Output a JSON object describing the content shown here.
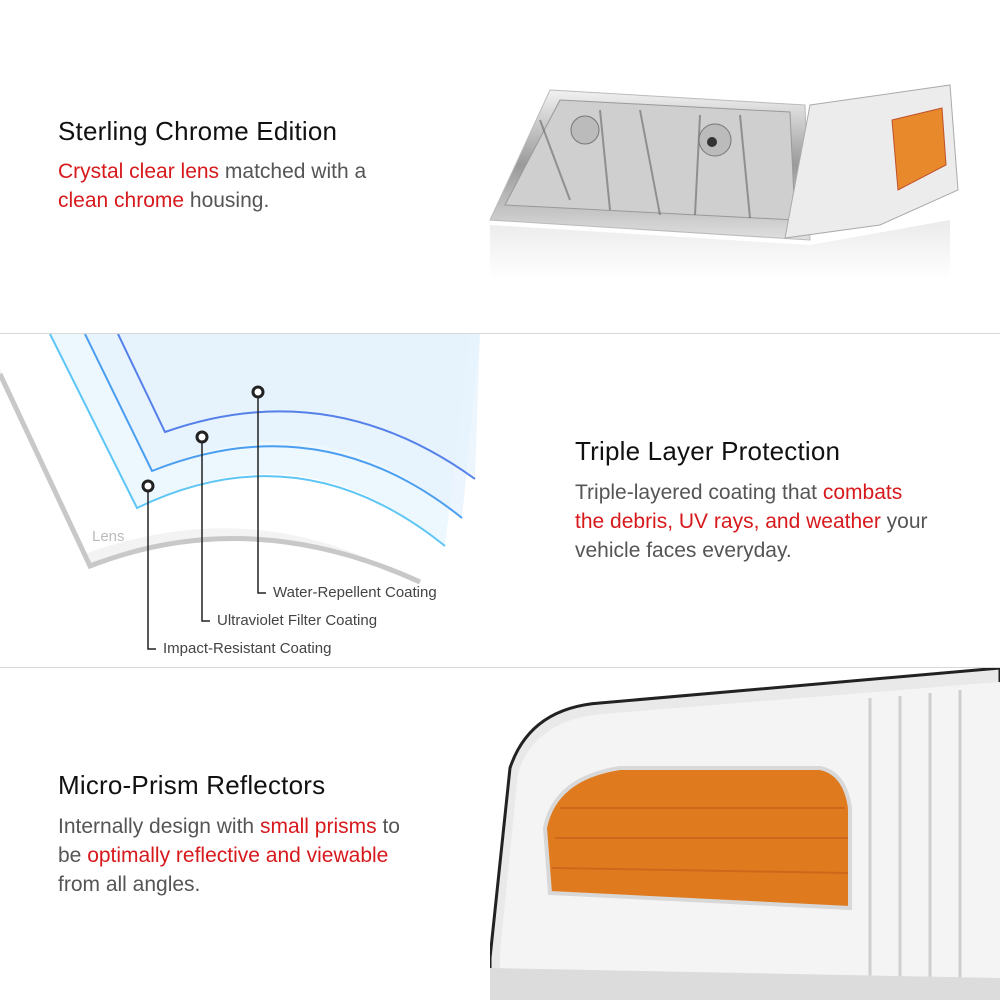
{
  "colors": {
    "accent": "#d7191c",
    "text": "#555555",
    "title": "#111111"
  },
  "sections": [
    {
      "title": "Sterling Chrome Edition",
      "body": [
        [
          "Crystal clear lens",
          "red"
        ],
        [
          " matched with a",
          "plain"
        ],
        [
          "clean chrome",
          "red"
        ],
        [
          " housing.",
          "plain"
        ]
      ]
    },
    {
      "title": "Triple Layer Protection",
      "body": [
        [
          "Triple-layered coating that ",
          "plain"
        ],
        [
          "combats",
          "red"
        ],
        [
          "the debris, UV rays, and weather",
          "red"
        ],
        [
          " your",
          "plain"
        ],
        [
          "vehicle faces everyday.",
          "plain"
        ]
      ],
      "diagram": {
        "lens_label": "Lens",
        "layers": [
          "Water-Repellent Coating",
          "Ultraviolet Filter Coating",
          "Impact-Resistant Coating"
        ]
      }
    },
    {
      "title": "Micro-Prism Reflectors",
      "body": [
        [
          "Internally design with ",
          "plain"
        ],
        [
          "small prisms",
          "red"
        ],
        [
          " to",
          "plain"
        ],
        [
          "be ",
          "plain"
        ],
        [
          "optimally reflective and viewable",
          "red"
        ],
        [
          "from all angles.",
          "plain"
        ]
      ]
    }
  ]
}
